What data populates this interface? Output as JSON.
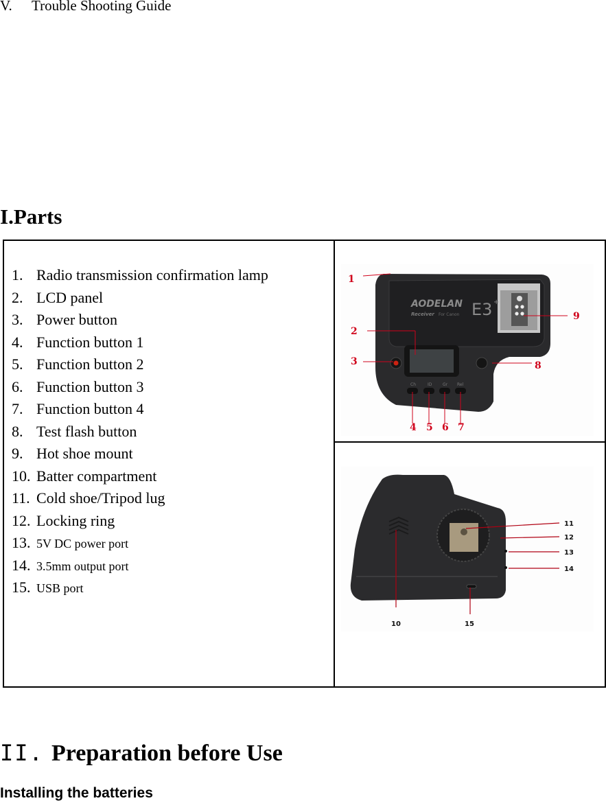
{
  "toc": {
    "number": "V.",
    "label": "Trouble Shooting Guide"
  },
  "parts_section": {
    "heading": "I.Parts",
    "items": [
      {
        "num": "1.",
        "label": "Radio transmission confirmation lamp"
      },
      {
        "num": "2.",
        "label": "LCD panel"
      },
      {
        "num": "3.",
        "label": "Power button"
      },
      {
        "num": "4.",
        "label": "Function button 1"
      },
      {
        "num": "5.",
        "label": "Function button 2"
      },
      {
        "num": "6.",
        "label": "Function button 3"
      },
      {
        "num": "7.",
        "label": "Function button 4"
      },
      {
        "num": "8.",
        "label": "Test flash button"
      },
      {
        "num": "9.",
        "label": "Hot shoe mount"
      },
      {
        "num": "10.",
        "label": "Batter compartment"
      },
      {
        "num": "11.",
        "label": "Cold shoe/Tripod lug"
      },
      {
        "num": "12.",
        "label": "Locking ring"
      },
      {
        "num": "13.",
        "label": "5V DC power port"
      },
      {
        "num": "14.",
        "label": "3.5mm output port"
      },
      {
        "num": "15.",
        "label": "USB port"
      }
    ],
    "front_image": {
      "brand": "AODELAN",
      "model": "E3",
      "model_sup": "+",
      "subtitle": "Receiver",
      "subtitle2": "For Canon",
      "button_labels": [
        "Ch",
        "ID",
        "Gr",
        "Rel"
      ],
      "callouts": [
        "1",
        "2",
        "3",
        "4",
        "5",
        "6",
        "7",
        "8",
        "9"
      ],
      "callout_color": "#d0021b"
    },
    "back_image": {
      "callouts": [
        "10",
        "11",
        "12",
        "13",
        "14",
        "15"
      ],
      "arrow_color": "#b00012"
    }
  },
  "prep_section": {
    "roman": "II.",
    "heading": "Preparation before Use",
    "subheading": "Installing the batteries"
  }
}
